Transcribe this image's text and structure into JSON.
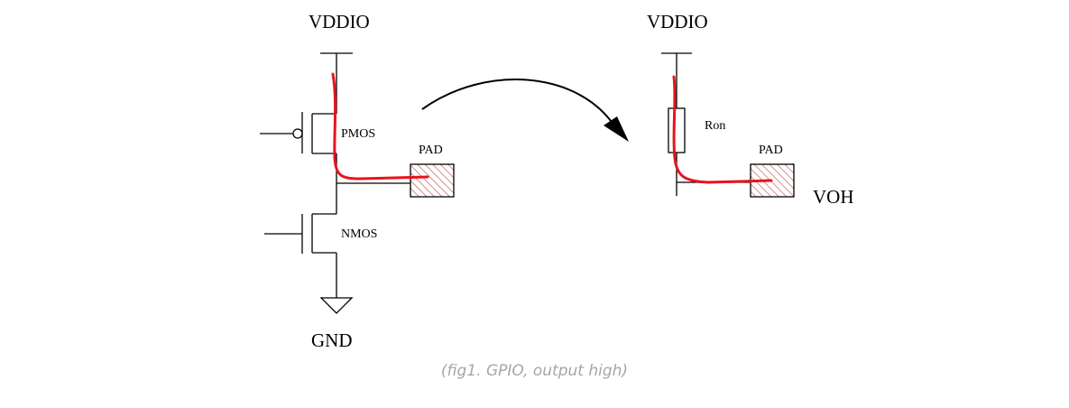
{
  "left_circuit": {
    "supply_label": "VDDIO",
    "pmos_label": "PMOS",
    "nmos_label": "NMOS",
    "pad_label": "PAD",
    "ground_label": "GND"
  },
  "right_circuit": {
    "supply_label": "VDDIO",
    "resistor_label": "Ron",
    "pad_label": "PAD",
    "output_label": "VOH"
  },
  "caption": "(fig1. GPIO, output high)",
  "colors": {
    "wire": "#000000",
    "current_path": "#e8141a",
    "pad_hatch": "#c0504d",
    "caption": "#a6a6a6"
  }
}
